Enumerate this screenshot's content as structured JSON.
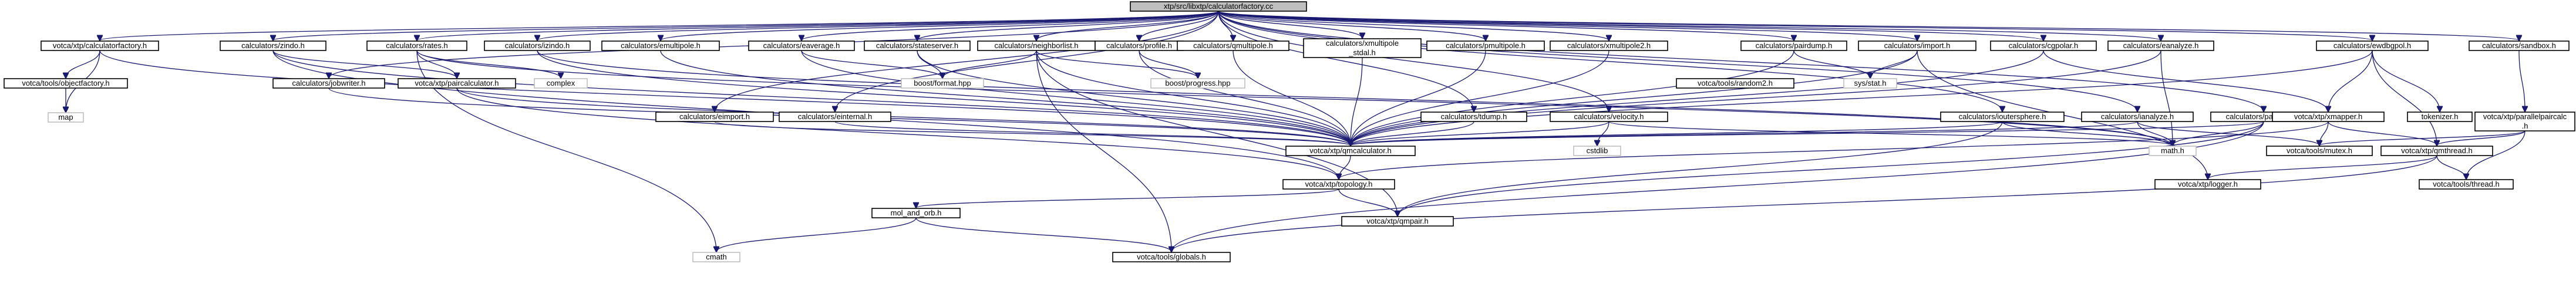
{
  "colors": {
    "edge": "#191970",
    "link_text": "#000000",
    "missing_text": "#b20000",
    "missing_border": "#bfbfbf",
    "root_fill": "#bfbfbf"
  },
  "nodes": [
    {
      "id": "root",
      "label": "xtp/src/libxtp/calculatorfactory.cc",
      "kind": "root"
    },
    {
      "id": "calcfactory_h",
      "label": "votca/xtp/calculatorfactory.h",
      "kind": "normal"
    },
    {
      "id": "zindo",
      "label": "calculators/zindo.h",
      "kind": "normal"
    },
    {
      "id": "rates",
      "label": "calculators/rates.h",
      "kind": "normal"
    },
    {
      "id": "izindo",
      "label": "calculators/izindo.h",
      "kind": "normal"
    },
    {
      "id": "multipole",
      "label": "calculators/emultipole.h",
      "kind": "normal"
    },
    {
      "id": "eaverage",
      "label": "calculators/eaverage.h",
      "kind": "normal"
    },
    {
      "id": "stateserver",
      "label": "calculators/stateserver.h",
      "kind": "normal"
    },
    {
      "id": "neighborlist",
      "label": "calculators/neighborlist.h",
      "kind": "normal"
    },
    {
      "id": "profile",
      "label": "calculators/profile.h",
      "kind": "normal"
    },
    {
      "id": "qmultipole",
      "label": "calculators/qmultipole.h",
      "kind": "normal"
    },
    {
      "id": "xmultipole",
      "label": "calculators/xmultipole\n_stdal.h",
      "kind": "normal"
    },
    {
      "id": "pmultipole",
      "label": "calculators/pmultipole.h",
      "kind": "normal"
    },
    {
      "id": "xmultipole2",
      "label": "calculators/xmultipole2.h",
      "kind": "normal"
    },
    {
      "id": "pairdump",
      "label": "calculators/pairdump.h",
      "kind": "normal"
    },
    {
      "id": "import",
      "label": "calculators/import.h",
      "kind": "normal"
    },
    {
      "id": "cgpolar",
      "label": "calculators/cgpolar.h",
      "kind": "missing"
    },
    {
      "id": "eanalyze",
      "label": "calculators/eanalyze.h",
      "kind": "normal"
    },
    {
      "id": "ewdbgpol",
      "label": "calculators/ewdbgpol.h",
      "kind": "missing"
    },
    {
      "id": "sandbox",
      "label": "calculators/sandbox.h",
      "kind": "normal"
    },
    {
      "id": "objfactory",
      "label": "votca/tools/objectfactory.h",
      "kind": "missing"
    },
    {
      "id": "jobwriter",
      "label": "calculators/jobwriter.h",
      "kind": "normal"
    },
    {
      "id": "paircalc",
      "label": "votca/xtp/paircalculator.h",
      "kind": "normal"
    },
    {
      "id": "complex",
      "label": "complex",
      "kind": "system"
    },
    {
      "id": "eimport",
      "label": "calculators/eimport.h",
      "kind": "normal"
    },
    {
      "id": "einternal",
      "label": "calculators/einternal.h",
      "kind": "normal"
    },
    {
      "id": "boostformat",
      "label": "boost/format.hpp",
      "kind": "system"
    },
    {
      "id": "boostprogress",
      "label": "boost/progress.hpp",
      "kind": "system"
    },
    {
      "id": "tdump",
      "label": "calculators/tdump.h",
      "kind": "normal"
    },
    {
      "id": "velocity",
      "label": "calculators/velocity.h",
      "kind": "normal"
    },
    {
      "id": "random2",
      "label": "votca/tools/random2.h",
      "kind": "missing"
    },
    {
      "id": "sysstat",
      "label": "sys/stat.h",
      "kind": "system"
    },
    {
      "id": "ioutersphere",
      "label": "calculators/ioutersphere.h",
      "kind": "normal"
    },
    {
      "id": "ianalyze",
      "label": "calculators/ianalyze.h",
      "kind": "normal"
    },
    {
      "id": "panalyze",
      "label": "calculators/panalyze.h",
      "kind": "normal"
    },
    {
      "id": "xmapper",
      "label": "votca/xtp/xmapper.h",
      "kind": "missing"
    },
    {
      "id": "tokenizer",
      "label": "tokenizer.h",
      "kind": "missing"
    },
    {
      "id": "parallelpaircalc",
      "label": "votca/xtp/parallelpaircalc\n.h",
      "kind": "normal"
    },
    {
      "id": "map",
      "label": "map",
      "kind": "system"
    },
    {
      "id": "qmcalc",
      "label": "votca/xtp/qmcalculator.h",
      "kind": "missing"
    },
    {
      "id": "cstdlib",
      "label": "cstdlib",
      "kind": "system"
    },
    {
      "id": "mathh",
      "label": "math.h",
      "kind": "system"
    },
    {
      "id": "mutex",
      "label": "votca/tools/mutex.h",
      "kind": "missing"
    },
    {
      "id": "qmthread",
      "label": "votca/xtp/qmthread.h",
      "kind": "missing"
    },
    {
      "id": "topology",
      "label": "votca/xtp/topology.h",
      "kind": "missing"
    },
    {
      "id": "logger",
      "label": "votca/xtp/logger.h",
      "kind": "missing"
    },
    {
      "id": "thread",
      "label": "votca/tools/thread.h",
      "kind": "missing"
    },
    {
      "id": "molorb",
      "label": "mol_and_orb.h",
      "kind": "missing"
    },
    {
      "id": "qmpair",
      "label": "votca/xtp/qmpair.h",
      "kind": "missing"
    },
    {
      "id": "cmath",
      "label": "cmath",
      "kind": "system"
    },
    {
      "id": "globals",
      "label": "votca/tools/globals.h",
      "kind": "missing"
    }
  ],
  "edges": [
    [
      "root",
      "calcfactory_h"
    ],
    [
      "root",
      "zindo"
    ],
    [
      "root",
      "rates"
    ],
    [
      "root",
      "izindo"
    ],
    [
      "root",
      "multipole"
    ],
    [
      "root",
      "eaverage"
    ],
    [
      "root",
      "stateserver"
    ],
    [
      "root",
      "neighborlist"
    ],
    [
      "root",
      "profile"
    ],
    [
      "root",
      "qmultipole"
    ],
    [
      "root",
      "xmultipole"
    ],
    [
      "root",
      "pmultipole"
    ],
    [
      "root",
      "xmultipole2"
    ],
    [
      "root",
      "pairdump"
    ],
    [
      "root",
      "import"
    ],
    [
      "root",
      "cgpolar"
    ],
    [
      "root",
      "eanalyze"
    ],
    [
      "root",
      "ewdbgpol"
    ],
    [
      "root",
      "sandbox"
    ],
    [
      "root",
      "jobwriter"
    ],
    [
      "root",
      "eimport"
    ],
    [
      "root",
      "einternal"
    ],
    [
      "root",
      "tdump"
    ],
    [
      "root",
      "velocity"
    ],
    [
      "root",
      "ioutersphere"
    ],
    [
      "root",
      "ianalyze"
    ],
    [
      "root",
      "panalyze"
    ],
    [
      "calcfactory_h",
      "objfactory"
    ],
    [
      "calcfactory_h",
      "map"
    ],
    [
      "calcfactory_h",
      "qmcalc"
    ],
    [
      "objfactory",
      "map"
    ],
    [
      "zindo",
      "paircalc"
    ],
    [
      "zindo",
      "qmcalc"
    ],
    [
      "zindo",
      "topology"
    ],
    [
      "rates",
      "paircalc"
    ],
    [
      "rates",
      "complex"
    ],
    [
      "rates",
      "mathh"
    ],
    [
      "rates",
      "cmath"
    ],
    [
      "izindo",
      "qmcalc"
    ],
    [
      "izindo",
      "mathh"
    ],
    [
      "multipole",
      "qmcalc"
    ],
    [
      "eaverage",
      "boostformat"
    ],
    [
      "eaverage",
      "qmcalc"
    ],
    [
      "stateserver",
      "boostformat"
    ],
    [
      "stateserver",
      "qmcalc"
    ],
    [
      "neighborlist",
      "boostprogress"
    ],
    [
      "neighborlist",
      "boostformat"
    ],
    [
      "neighborlist",
      "qmcalc"
    ],
    [
      "neighborlist",
      "qmpair"
    ],
    [
      "neighborlist",
      "globals"
    ],
    [
      "profile",
      "boostprogress"
    ],
    [
      "profile",
      "qmcalc"
    ],
    [
      "qmultipole",
      "qmcalc"
    ],
    [
      "xmultipole",
      "qmcalc"
    ],
    [
      "pmultipole",
      "qmcalc"
    ],
    [
      "xmultipole2",
      "qmcalc"
    ],
    [
      "pairdump",
      "sysstat"
    ],
    [
      "pairdump",
      "qmcalc"
    ],
    [
      "import",
      "sysstat"
    ],
    [
      "import",
      "qmcalc"
    ],
    [
      "import",
      "logger"
    ],
    [
      "cgpolar",
      "xmapper"
    ],
    [
      "cgpolar",
      "qmcalc"
    ],
    [
      "eanalyze",
      "mathh"
    ],
    [
      "eanalyze",
      "qmcalc"
    ],
    [
      "ewdbgpol",
      "xmapper"
    ],
    [
      "ewdbgpol",
      "tokenizer"
    ],
    [
      "ewdbgpol",
      "qmthread"
    ],
    [
      "ewdbgpol",
      "qmcalc"
    ],
    [
      "sandbox",
      "parallelpaircalc"
    ],
    [
      "jobwriter",
      "qmcalc"
    ],
    [
      "paircalc",
      "qmcalc"
    ],
    [
      "paircalc",
      "topology"
    ],
    [
      "eimport",
      "qmcalc"
    ],
    [
      "einternal",
      "qmcalc"
    ],
    [
      "tdump",
      "qmcalc"
    ],
    [
      "velocity",
      "qmcalc"
    ],
    [
      "velocity",
      "cstdlib"
    ],
    [
      "velocity",
      "mathh"
    ],
    [
      "ioutersphere",
      "qmcalc"
    ],
    [
      "ioutersphere",
      "mathh"
    ],
    [
      "ioutersphere",
      "qmpair"
    ],
    [
      "ianalyze",
      "qmcalc"
    ],
    [
      "ianalyze",
      "mathh"
    ],
    [
      "ianalyze",
      "mutex"
    ],
    [
      "panalyze",
      "qmcalc"
    ],
    [
      "panalyze",
      "mathh"
    ],
    [
      "panalyze",
      "qmpair"
    ],
    [
      "panalyze",
      "globals"
    ],
    [
      "xmapper",
      "topology"
    ],
    [
      "xmapper",
      "qmthread"
    ],
    [
      "xmapper",
      "mutex"
    ],
    [
      "parallelpaircalc",
      "qmthread"
    ],
    [
      "parallelpaircalc",
      "mutex"
    ],
    [
      "parallelpaircalc",
      "thread"
    ],
    [
      "qmthread",
      "thread"
    ],
    [
      "qmthread",
      "logger"
    ],
    [
      "qmthread",
      "globals"
    ],
    [
      "qmcalc",
      "topology"
    ],
    [
      "topology",
      "molorb"
    ],
    [
      "topology",
      "qmpair"
    ],
    [
      "molorb",
      "cmath"
    ],
    [
      "molorb",
      "globals"
    ]
  ]
}
